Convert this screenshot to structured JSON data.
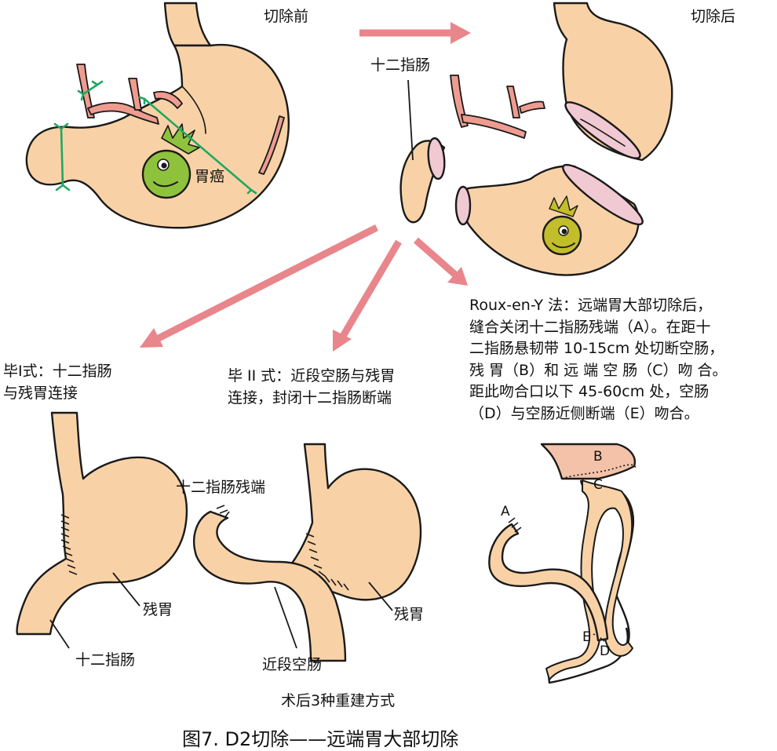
{
  "top": {
    "before_label": "切除前",
    "after_label": "切除后",
    "duodenum_label": "十二指肠",
    "cancer_label": "胃癌"
  },
  "methods": {
    "billroth1": {
      "line1": "毕I式：十二指肠",
      "line2": "与残胃连接"
    },
    "billroth2": {
      "line1": "毕 II 式：近段空肠与残胃",
      "line2": "连接，封闭十二指肠断端"
    },
    "roux": {
      "line1": "Roux-en-Y 法：远端胃大部切除后，",
      "line2": "缝合关闭十二指肠残端（A）。在距十",
      "line3": "二指肠悬韧带 10-15cm 处切断空肠，",
      "line4": "残 胃（B）和 远 端 空 肠（C）吻 合。",
      "line5": "距此吻合口以下 45-60cm 处，空肠",
      "line6": "（D）与空肠近侧断端（E）吻合。"
    }
  },
  "diagram_labels": {
    "b1_remnant": "残胃",
    "b1_duodenum": "十二指肠",
    "b2_stump": "十二指肠残端",
    "b2_jejunum": "近段空肠",
    "b2_remnant": "残胃",
    "roux_a": "A",
    "roux_b": "B",
    "roux_c": "C",
    "roux_d": "D",
    "roux_e": "E"
  },
  "subtitle": "术后3种重建方式",
  "figure_caption": "图7. D2切除——远端胃大部切除",
  "colors": {
    "organ_fill": "#f8d2a6",
    "outline": "#1a1a1a",
    "arrow": "#e8868b",
    "vessel": "#ef9c90",
    "tumor": "#8fc23c",
    "ligature": "#1fa862",
    "mucosa": "#f0c9d3"
  }
}
